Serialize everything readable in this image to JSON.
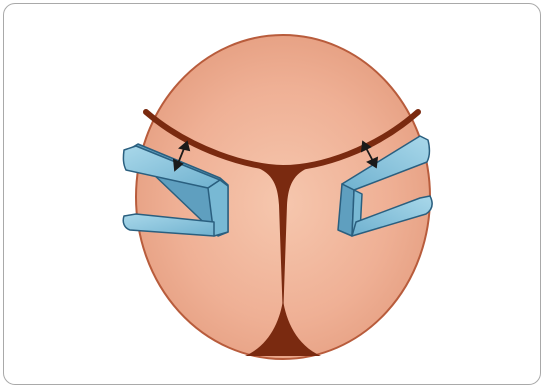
{
  "figure": {
    "colors": {
      "frame_border": "#a9a9a9",
      "skull_fill": "#efb095",
      "skull_edge": "#b85c3c",
      "suture": "#7a2a10",
      "clamp_face": "#8cc7dd",
      "clamp_side": "#5f9fbf",
      "clamp_edge": "#2a5f7f",
      "arrow": "#1a1a1a"
    },
    "elements": [
      "skull-outline",
      "coronal-suture",
      "sagittal-suture",
      "lambda-notch",
      "left-clamp",
      "right-clamp",
      "left-double-arrow",
      "right-double-arrow"
    ]
  }
}
